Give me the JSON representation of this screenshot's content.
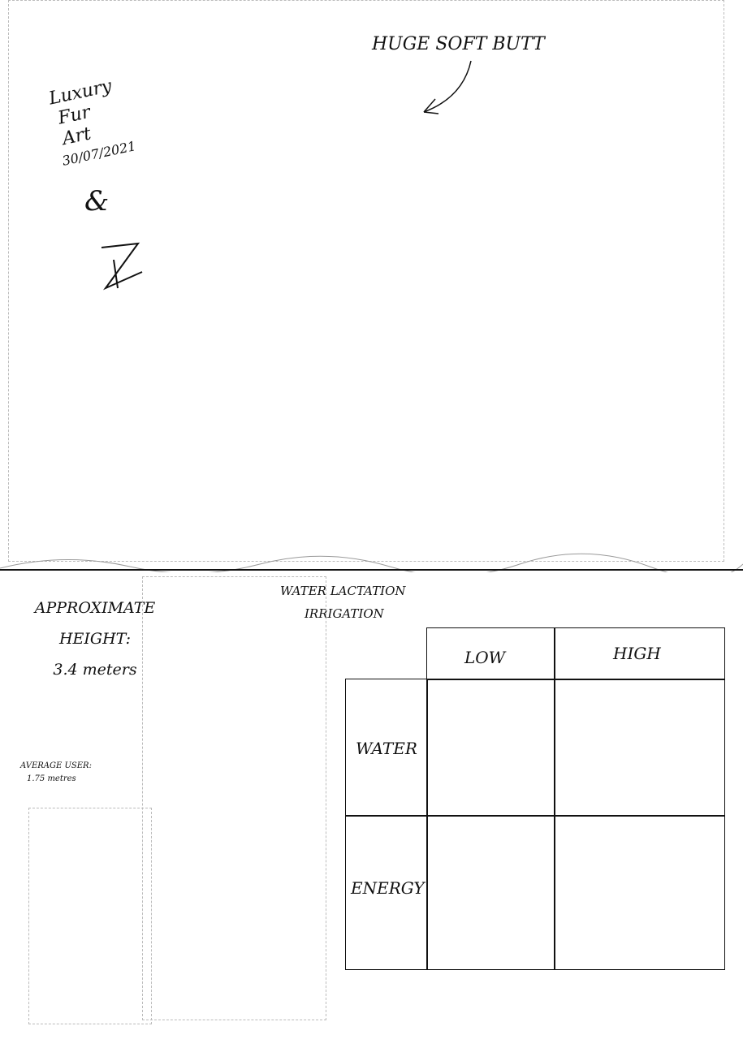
{
  "header": {
    "butt_label": "HUGE SOFT BUTT",
    "lactation_label_line1": "WATER LACTATION",
    "lactation_label_line2": "IRRIGATION"
  },
  "signature": {
    "line1": "Luxury",
    "line2": "Fur",
    "line3": "Art",
    "date": "30/07/2021",
    "ampersand": "&"
  },
  "height": {
    "line1": "APPROXIMATE",
    "line2": "HEIGHT:",
    "value": "3.4 meters",
    "user_label": "AVERAGE USER:",
    "user_value": "1.75 metres"
  },
  "table": {
    "columns": [
      "LOW",
      "HIGH"
    ],
    "rows": [
      "WATER",
      "ENERGY"
    ]
  }
}
